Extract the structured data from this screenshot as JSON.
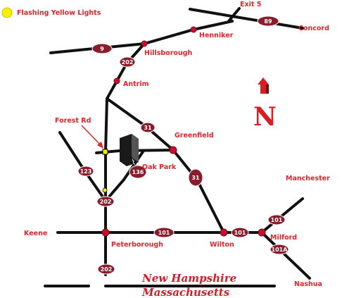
{
  "legend": {
    "label": "Flashing Yellow Lights",
    "marker_color": "#f5f000"
  },
  "towns": {
    "concord": "Concord",
    "henniker": "Henniker",
    "hillsborough": "Hillsborough",
    "antrim": "Antrim",
    "greenfield": "Greenfield",
    "oak_park": "Oak Park",
    "manchester": "Manchester",
    "milford": "Milford",
    "keene": "Keene",
    "peterborough": "Peterborough",
    "wilton": "Wilton",
    "nashua": "Nashua",
    "forest_rd": "Forest Rd"
  },
  "exit_label": "Exit 5",
  "routes": {
    "r89": "89",
    "r9": "9",
    "r202_north": "202",
    "r31_north": "31",
    "r136": "136",
    "r31_south": "31",
    "r123": "123",
    "r202_mid": "202",
    "r101_west": "101",
    "r101_east": "101",
    "r101_milford": "101",
    "r101a": "101A",
    "r202_south": "202"
  },
  "states": {
    "north": "New Hampshire",
    "south": "Massachusetts"
  },
  "north_letter": "N",
  "colors": {
    "label": "#e0242a",
    "shield": "#8a1c2b",
    "road": "#111111",
    "north": "#d81e24"
  }
}
